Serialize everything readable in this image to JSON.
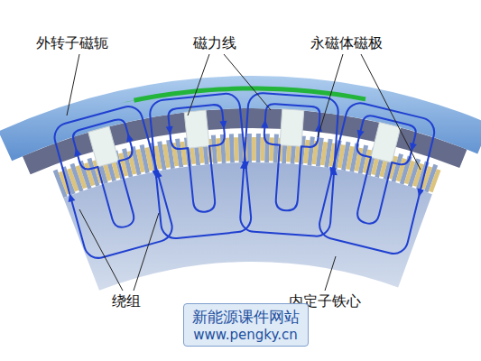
{
  "diagram": {
    "nodes": [
      {
        "text": [
          "新能源课件网站",
          "www.pengky.cn"
        ]
      }
    ],
    "labels": [
      "外转子磁轭",
      "磁力线",
      "永磁体磁极",
      "绕组",
      "内定子铁心"
    ]
  }
}
